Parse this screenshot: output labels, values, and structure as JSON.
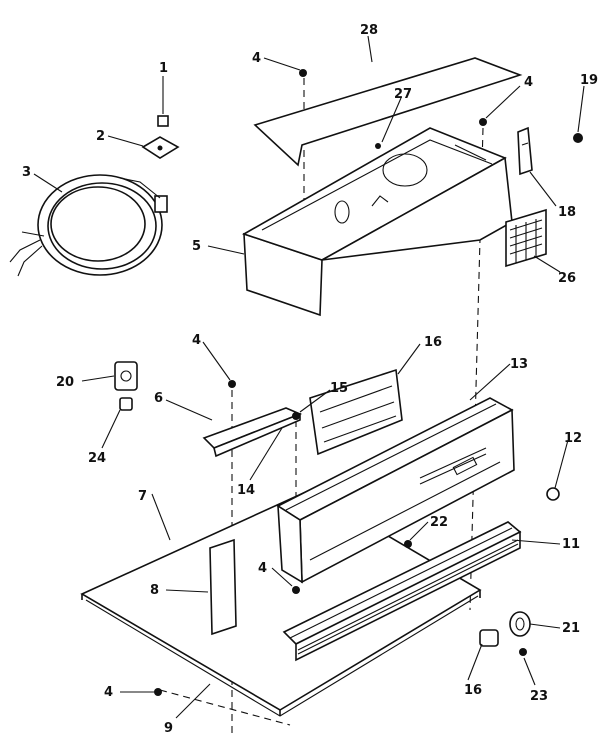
{
  "callouts": [
    "1",
    "2",
    "3",
    "4",
    "5",
    "6",
    "7",
    "8",
    "9",
    "11",
    "12",
    "13",
    "14",
    "15",
    "16",
    "18",
    "19",
    "20",
    "21",
    "22",
    "23",
    "24",
    "26",
    "27",
    "28"
  ],
  "labels": {
    "l1": "1",
    "l2": "2",
    "l3": "3",
    "l4a": "4",
    "l4b": "4",
    "l4c": "4",
    "l4d": "4",
    "l4e": "4",
    "l5": "5",
    "l6": "6",
    "l7": "7",
    "l8": "8",
    "l9": "9",
    "l11": "11",
    "l12": "12",
    "l13": "13",
    "l14": "14",
    "l15": "15",
    "l16a": "16",
    "l16b": "16",
    "l18": "18",
    "l19": "19",
    "l20": "20",
    "l21": "21",
    "l22": "22",
    "l23": "23",
    "l24": "24",
    "l26": "26",
    "l27": "27",
    "l28": "28"
  }
}
